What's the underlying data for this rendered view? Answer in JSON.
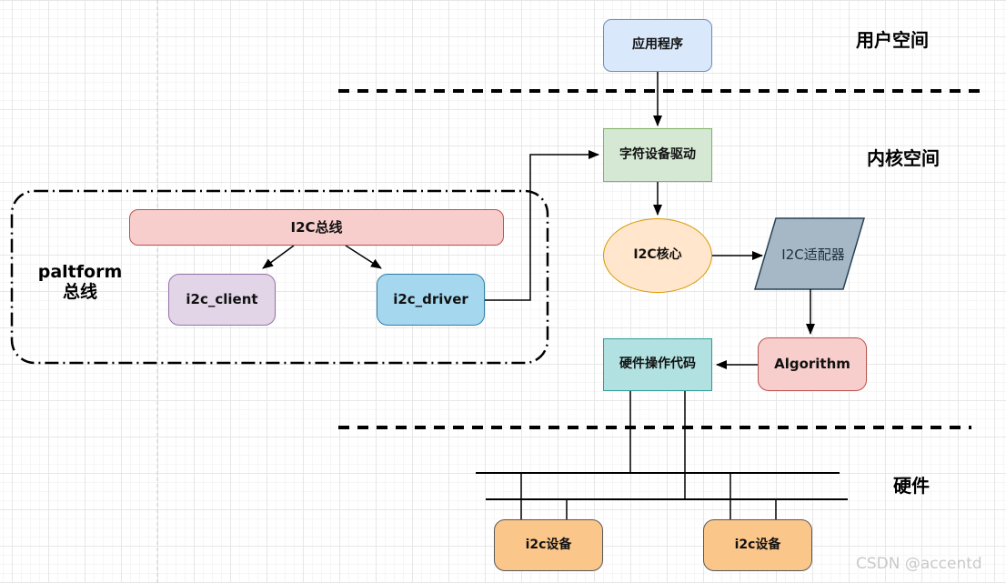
{
  "diagram": {
    "regions": {
      "user_space": "用户空间",
      "kernel_space": "内核空间",
      "hardware": "硬件"
    },
    "nodes": {
      "application": "应用程序",
      "char_device_driver": "字符设备驱动",
      "i2c_core": "I2C核心",
      "i2c_adapter": "I2C适配器",
      "algorithm": "Algorithm",
      "hardware_ops_code": "硬件操作代码",
      "i2c_bus": "I2C总线",
      "i2c_client": "i2c_client",
      "i2c_driver": "i2c_driver",
      "platform_bus_line1": "paltform",
      "platform_bus_line2": "总线",
      "i2c_device_left": "i2c设备",
      "i2c_device_right": "i2c设备"
    },
    "watermark": "CSDN @accentd",
    "colors": {
      "blue_fill": "#dae8fc",
      "blue_stroke": "#6c8ebf",
      "green_fill": "#d5e8d4",
      "green_stroke": "#82b366",
      "orange_fill": "#ffe6cc",
      "orange_stroke": "#d79b00",
      "gray_fill": "#a6b8c6",
      "gray_stroke": "#274257",
      "pink_fill": "#f8cecc",
      "pink_stroke": "#b85450",
      "teal_fill": "#b1e1e1",
      "teal_stroke": "#2f9e99",
      "purple_fill": "#e1d5e7",
      "purple_stroke": "#9673a6",
      "cyan_fill": "#a5d8ee",
      "cyan_stroke": "#2e7fa5",
      "device_fill": "#fbc689",
      "device_stroke": "#595959",
      "line_color": "#000000",
      "watermark_color": "#c9c9c9"
    }
  }
}
